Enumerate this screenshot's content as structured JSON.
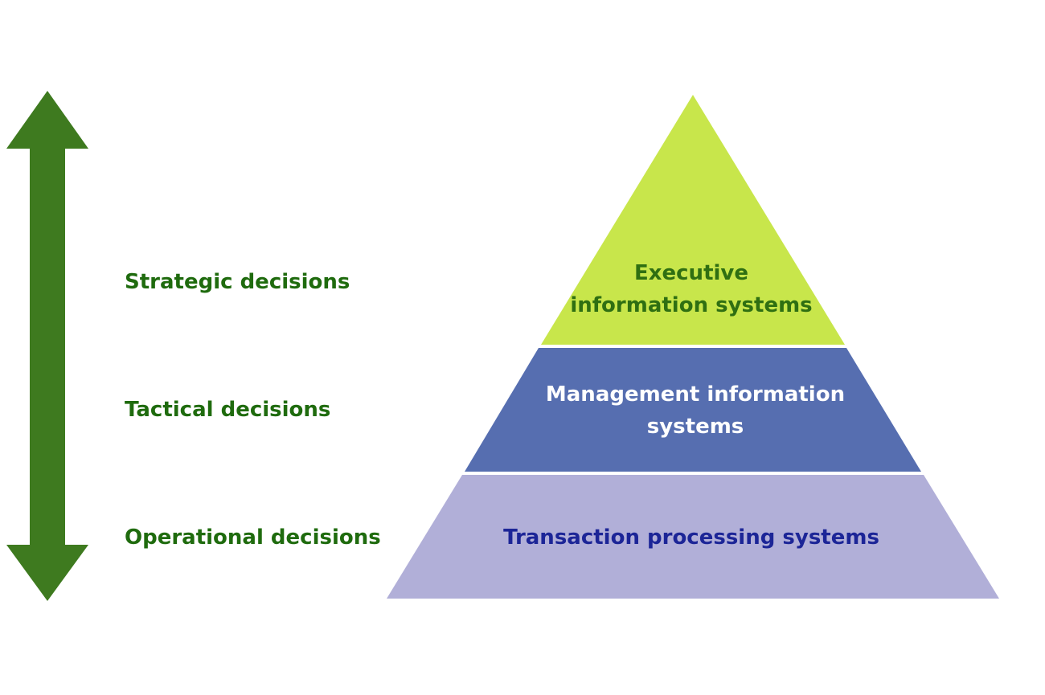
{
  "colors": {
    "arrow": "#3e7a1f",
    "decision_text": "#1f6b0e",
    "tier_top_fill": "#c8e64b",
    "tier_top_text": "#2f6f12",
    "tier_mid_fill": "#566eb0",
    "tier_mid_text": "#ffffff",
    "tier_bottom_fill": "#b1afd8",
    "tier_bottom_text": "#1c2597"
  },
  "icons": {
    "arrow": "double-headed-vertical-arrow-icon"
  },
  "decisions": {
    "strategic": "Strategic decisions",
    "tactical": "Tactical decisions",
    "operational": "Operational decisions"
  },
  "pyramid": {
    "top": {
      "line1": "Executive",
      "line2": "information systems"
    },
    "middle": {
      "line1": "Management information",
      "line2": "systems"
    },
    "bottom": {
      "line1": "Transaction processing systems"
    }
  }
}
